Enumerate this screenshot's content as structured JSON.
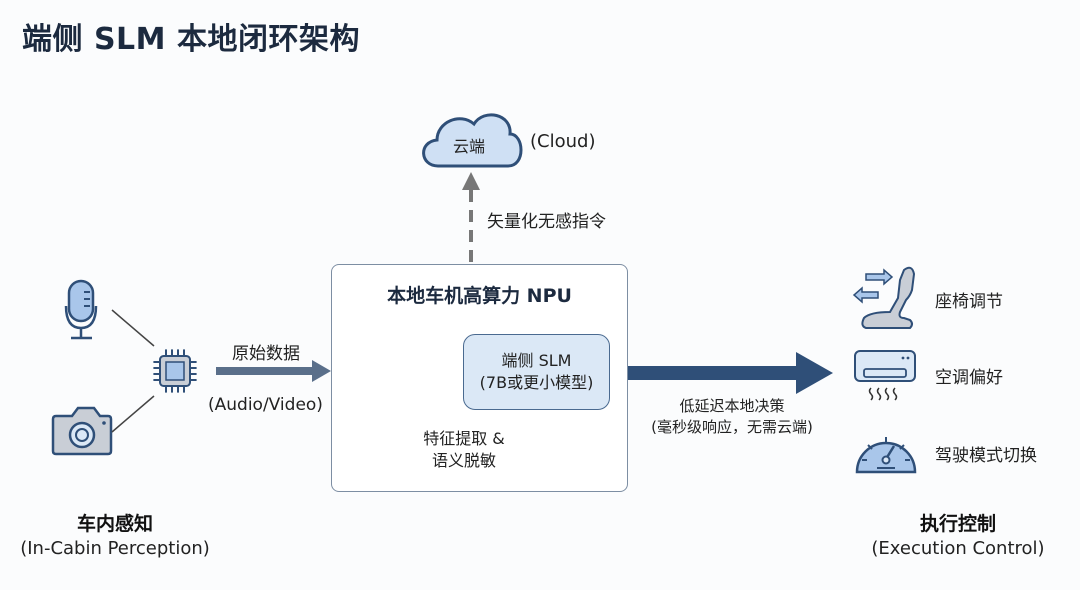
{
  "title": "端侧 SLM 本地闭环架构",
  "cloud": {
    "label": "云端",
    "en_label": "(Cloud)",
    "uplink_label": "矢量化无感指令"
  },
  "perception": {
    "icons": [
      "microphone-icon",
      "camera-icon",
      "chip-icon"
    ],
    "arrow_label": "原始数据",
    "arrow_sublabel": "(Audio/Video)",
    "section_cn": "车内感知",
    "section_en": "(In-Cabin Perception)"
  },
  "npu": {
    "title": "本地车机高算力 NPU",
    "slm_line1": "端侧 SLM",
    "slm_line2": "(7B或更小模型)",
    "feature_line1": "特征提取 &",
    "feature_line2": "语义脱敏"
  },
  "decision": {
    "line1": "低延迟本地决策",
    "line2": "(毫秒级响应，无需云端)"
  },
  "execution": {
    "items": [
      {
        "icon": "seat-adjust-icon",
        "label": "座椅调节"
      },
      {
        "icon": "air-conditioner-icon",
        "label": "空调偏好"
      },
      {
        "icon": "speedometer-icon",
        "label": "驾驶模式切换"
      }
    ],
    "section_cn": "执行控制",
    "section_en": "(Execution Control)"
  },
  "colors": {
    "primary_dark": "#2f4f78",
    "light_blue": "#a9c6ea",
    "pale_blue": "#dbe8f6",
    "gray_arrow": "#7a7a7a",
    "icon_gray": "#c9ced6"
  }
}
